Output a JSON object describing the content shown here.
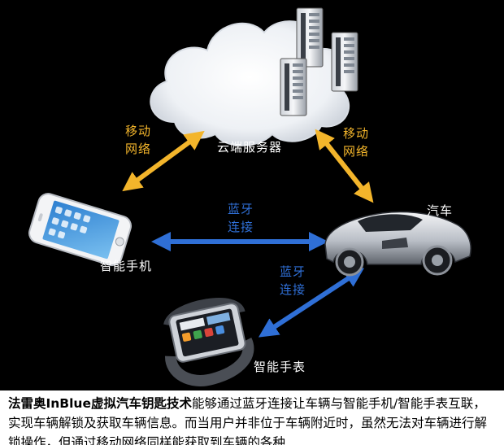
{
  "nodes": {
    "cloud_label": "云端服务器",
    "phone_label": "智能手机",
    "car_label": "汽车",
    "watch_label": "智能手表"
  },
  "links": {
    "phone_cloud": [
      "移动",
      "网络"
    ],
    "cloud_car": [
      "移动",
      "网络"
    ],
    "phone_car": [
      "蓝牙",
      "连接"
    ],
    "watch_car": [
      "蓝牙",
      "连接"
    ]
  },
  "colors": {
    "mobile_network": "#f3b52b",
    "bluetooth": "#2f6fd6"
  },
  "caption": {
    "bold": "法雷奥InBlue虚拟汽车钥匙技术",
    "rest": "能够通过蓝牙连接让车辆与智能手机/智能手表互联，实现车辆解锁及获取车辆信息。而当用户并非位于车辆附近时，虽然无法对车辆进行解锁操作，但通过移动网络同样能获取到车辆的各种"
  }
}
